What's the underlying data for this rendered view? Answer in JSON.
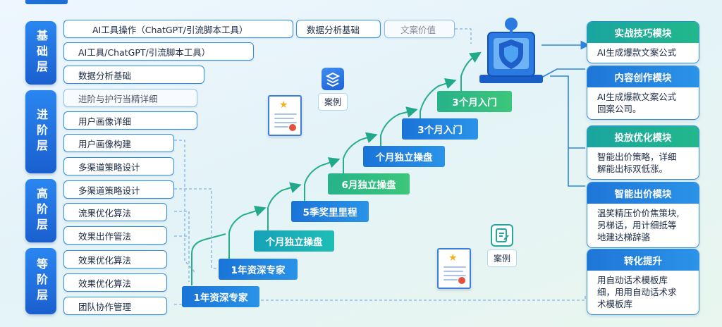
{
  "levels": [
    {
      "label": "基础层"
    },
    {
      "label": "进阶层"
    },
    {
      "label": "高阶层"
    },
    {
      "label": "等阶层"
    }
  ],
  "top_items": [
    "AI工具操作（ChatGPT/引流脚本工具）",
    "数据分析基础",
    "文案价值"
  ],
  "left_items": [
    "AI工具/ChatGPT/引流脚本工具）",
    "数据分析基础",
    "进阶与护行当精详细",
    "用户画像详细",
    "用户画像构建",
    "多渠道策略设计",
    "多渠道策略设计",
    "流果优化算法",
    "效果出作管法",
    "效果优化算法",
    "效果优化算法",
    "团队协作管理"
  ],
  "steps": [
    "3个月入门",
    "3个月入门",
    "个月独立操盘",
    "6月独立操盘",
    "5季奖里里程",
    "个月独立操盘",
    "1年资深专家",
    "1年资深专家"
  ],
  "cases": {
    "label1": "案例",
    "label2": "案例"
  },
  "modules": [
    {
      "title": "实战技巧模块",
      "body": [
        "AI生成爆款文案公式"
      ]
    },
    {
      "title": "内容创作模块",
      "body": [
        "AI生成爆款文案公式",
        "回案公司。"
      ]
    },
    {
      "title": "投放优化模块",
      "body": [
        "智能出价策略，详细",
        "解能出标双低涨。"
      ]
    },
    {
      "title": "智能出价模块",
      "body": [
        "温笑精压价价焦策块,",
        "另梯话，用计细抵等",
        "地建达梯辞骆"
      ]
    },
    {
      "title": "转化提升",
      "body": [
        "用自动话术模板库",
        "细，用用自动话术求",
        "术模板库"
      ]
    }
  ],
  "colors": {
    "primary": "#1f6fd9",
    "teal": "#1aa5a0",
    "green": "#2fbf7f"
  }
}
